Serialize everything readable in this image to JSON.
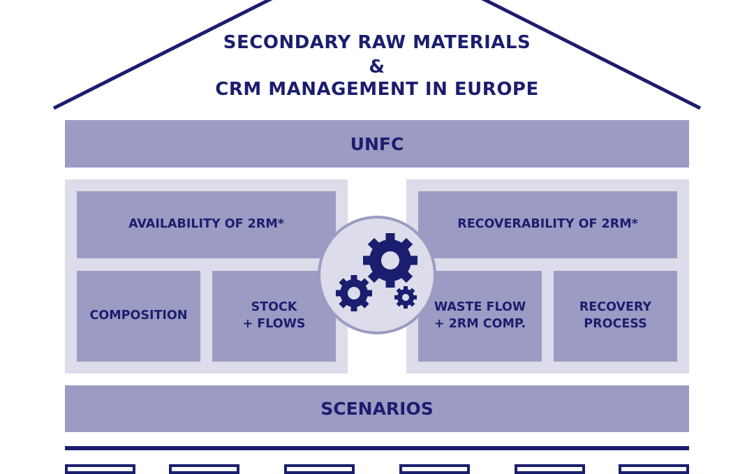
{
  "title": {
    "line1": "SECONDARY RAW MATERIALS",
    "line2": "&",
    "line3": "CRM MANAGEMENT IN EUROPE"
  },
  "top_band": {
    "label": "UNFC"
  },
  "left_panel": {
    "header": "AVAILABILITY OF 2RM*",
    "boxes": [
      "COMPOSITION",
      "STOCK\n+ FLOWS"
    ]
  },
  "right_panel": {
    "header": "RECOVERABILITY OF 2RM*",
    "boxes": [
      "WASTE FLOW\n+ 2RM COMP.",
      "RECOVERY\nPROCESS"
    ]
  },
  "hub": {
    "icon": "gears-icon"
  },
  "bottom_band": {
    "label": "SCENARIOS"
  },
  "colors": {
    "navy": "#1b1e6e",
    "box": "#9b9bc3",
    "panel": "#dcdcea",
    "background": "#ffffff"
  }
}
